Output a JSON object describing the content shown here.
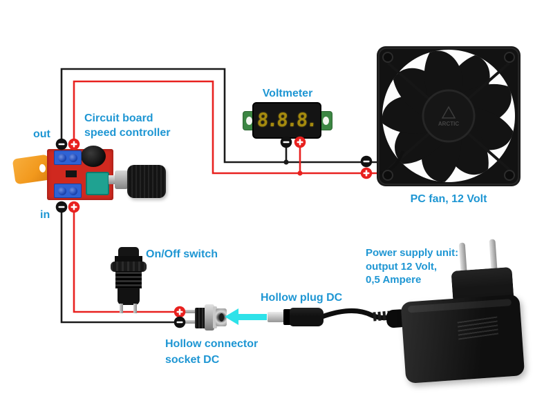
{
  "colors": {
    "label_blue": "#1e96d3",
    "wire_red": "#e8211f",
    "wire_black": "#1a1a1a",
    "arrow_cyan": "#2ee2e9",
    "pcb_red": "#d0291f",
    "terminal_blue": "#2f62d4",
    "pot_teal": "#1fa291",
    "tag_orange": "#f2991d",
    "digit_amber": "#a58a0e",
    "voltmeter_pcb_green": "#3c8643"
  },
  "controller": {
    "caption_line1": "Circuit board",
    "caption_line2": "speed controller",
    "out_label": "out",
    "in_label": "in"
  },
  "voltmeter": {
    "title": "Voltmeter",
    "display": "8.8.8."
  },
  "fan": {
    "caption": "PC fan, 12 Volt",
    "hub_brand": "ARCTIC"
  },
  "switch": {
    "caption": "On/Off switch"
  },
  "plug": {
    "caption": "Hollow plug DC"
  },
  "socket": {
    "caption_line1": "Hollow connector",
    "caption_line2": "socket DC"
  },
  "psu": {
    "caption_line1": "Power supply unit:",
    "caption_line2": "output 12 Volt,",
    "caption_line3": "0,5 Ampere"
  },
  "icons": {
    "plus_terminal": "+",
    "minus_terminal": "−",
    "arrow_left": "◀"
  }
}
